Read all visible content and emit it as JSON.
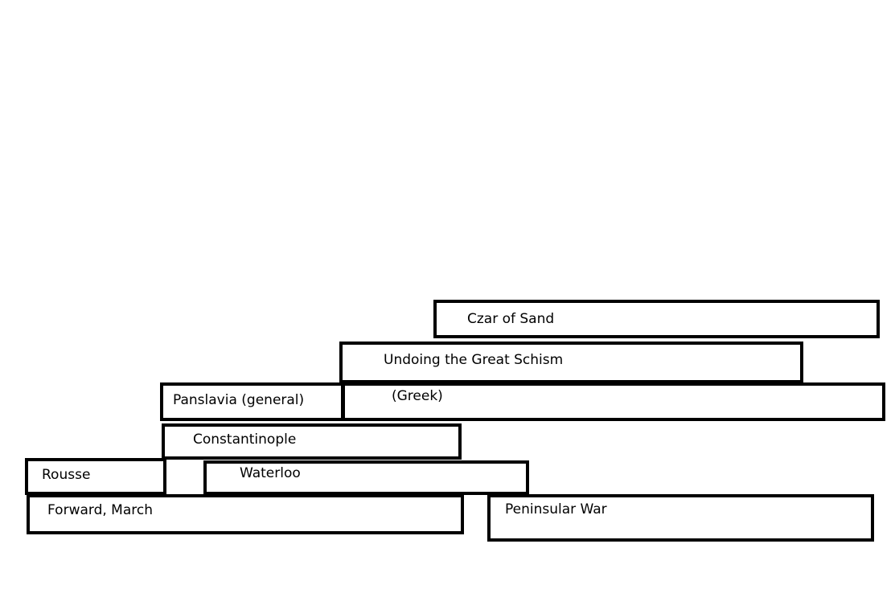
{
  "boxes": {
    "czar_of_sand": "Czar of Sand",
    "undoing_great_schism": "Undoing the Great Schism",
    "panslavia_general": "Panslavia (general)",
    "panslavia_greek": "(Greek)",
    "constantinople": "Constantinople",
    "rousse": "Rousse",
    "waterloo": "Waterloo",
    "forward_march": "Forward, March",
    "peninsular_war": "Peninsular War"
  },
  "colors": {
    "border": "#000000",
    "background": "#ffffff",
    "text": "#000000"
  }
}
